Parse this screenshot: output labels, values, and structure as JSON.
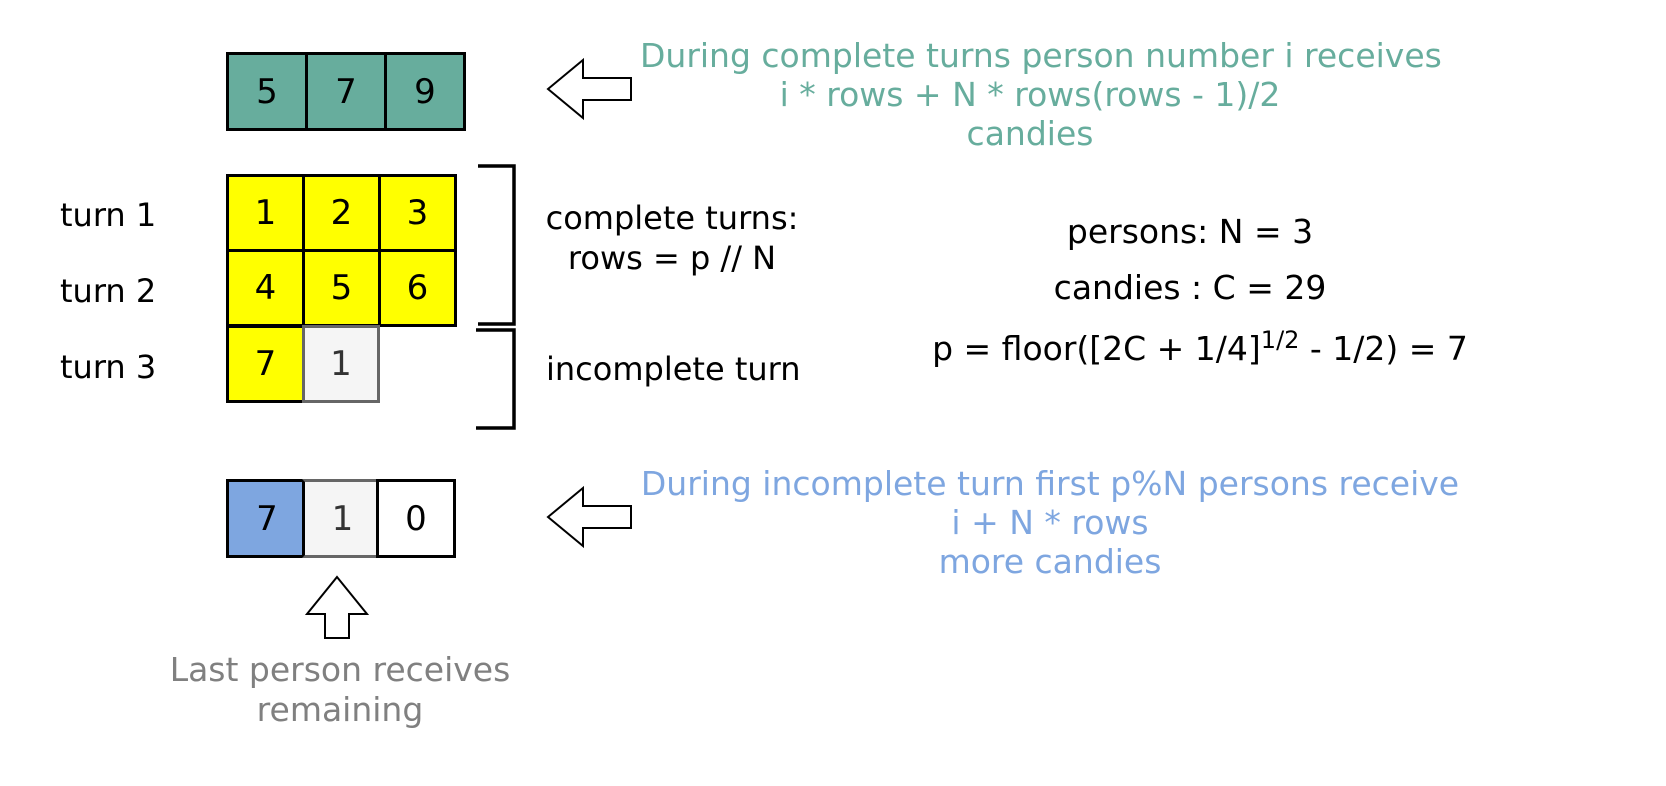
{
  "colors": {
    "teal": "#67ad9d",
    "teal_text": "#67ad9d",
    "yellow": "#ffff00",
    "blue": "#7ea6e0",
    "blue_text": "#7ea6e0",
    "light_gray": "#f5f5f5",
    "gray_border": "#666666",
    "gray_text": "#808080"
  },
  "complete_totals": {
    "values": [
      "5",
      "7",
      "9"
    ],
    "note_lines": [
      "During complete turns person number i receives",
      "i * rows + N * rows(rows - 1)/2",
      "candies"
    ]
  },
  "turns": {
    "labels": [
      "turn 1",
      "turn 2",
      "turn 3"
    ],
    "rows": [
      [
        "1",
        "2",
        "3"
      ],
      [
        "4",
        "5",
        "6"
      ],
      [
        "7",
        "1"
      ]
    ]
  },
  "brackets": {
    "complete_label_lines": [
      "complete turns:",
      "rows = p // N"
    ],
    "incomplete_label": "incomplete turn"
  },
  "params": {
    "persons": "persons: N = 3",
    "candies": "candies : C = 29",
    "formula_prefix": "p = floor([2C + 1/4]",
    "formula_exponent": "1/2",
    "formula_suffix": " - 1/2) = 7"
  },
  "incomplete_totals": {
    "values": [
      "7",
      "1",
      "0"
    ],
    "note_lines": [
      "During incomplete turn first p%N persons receive",
      "i + N * rows",
      "more candies"
    ]
  },
  "last_person_note": [
    "Last person receives",
    "remaining"
  ]
}
